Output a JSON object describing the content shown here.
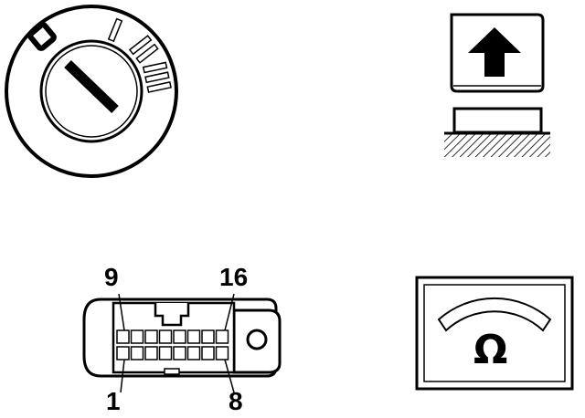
{
  "connector": {
    "pin_top_left": "9",
    "pin_top_right": "16",
    "pin_bottom_left": "1",
    "pin_bottom_right": "8"
  },
  "ohmmeter": {
    "unit_symbol": "Ω"
  },
  "icons": {
    "ignition": "ignition-key-switch-icon",
    "press": "press-down-button-icon",
    "connector": "diagnostic-connector-icon",
    "meter": "ohmmeter-icon"
  }
}
